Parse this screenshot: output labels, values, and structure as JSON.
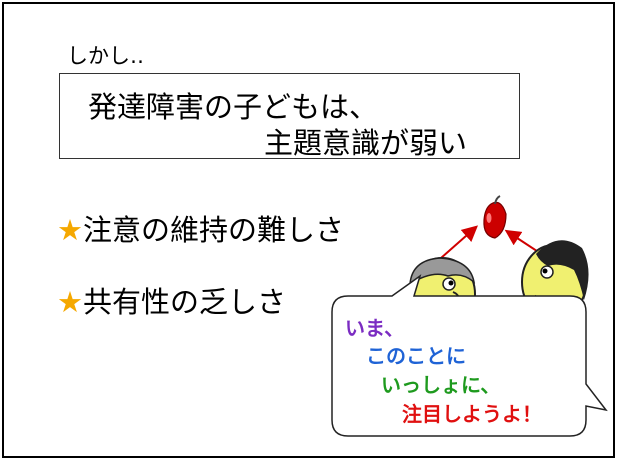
{
  "slide": {
    "intro": "しかし‥",
    "theme_line1": "発達障害の子どもは、",
    "theme_line2": "主題意識が弱い",
    "bullets": [
      {
        "star": "★",
        "text": "注意の維持の難しさ"
      },
      {
        "star": "★",
        "text": "共有性の乏しさ"
      }
    ],
    "bubble_lines": [
      "いま、",
      "このことに",
      "いっしょに、",
      "注目しようよ！"
    ],
    "colors": {
      "star": "#f5a800",
      "bubble_line1": "#7b2cc2",
      "bubble_line2": "#1f63d6",
      "bubble_line3": "#1e9a1e",
      "bubble_line4": "#e01010",
      "arrow": "#d00000",
      "fruit": "#cc0000",
      "face": "#f0f070"
    }
  }
}
